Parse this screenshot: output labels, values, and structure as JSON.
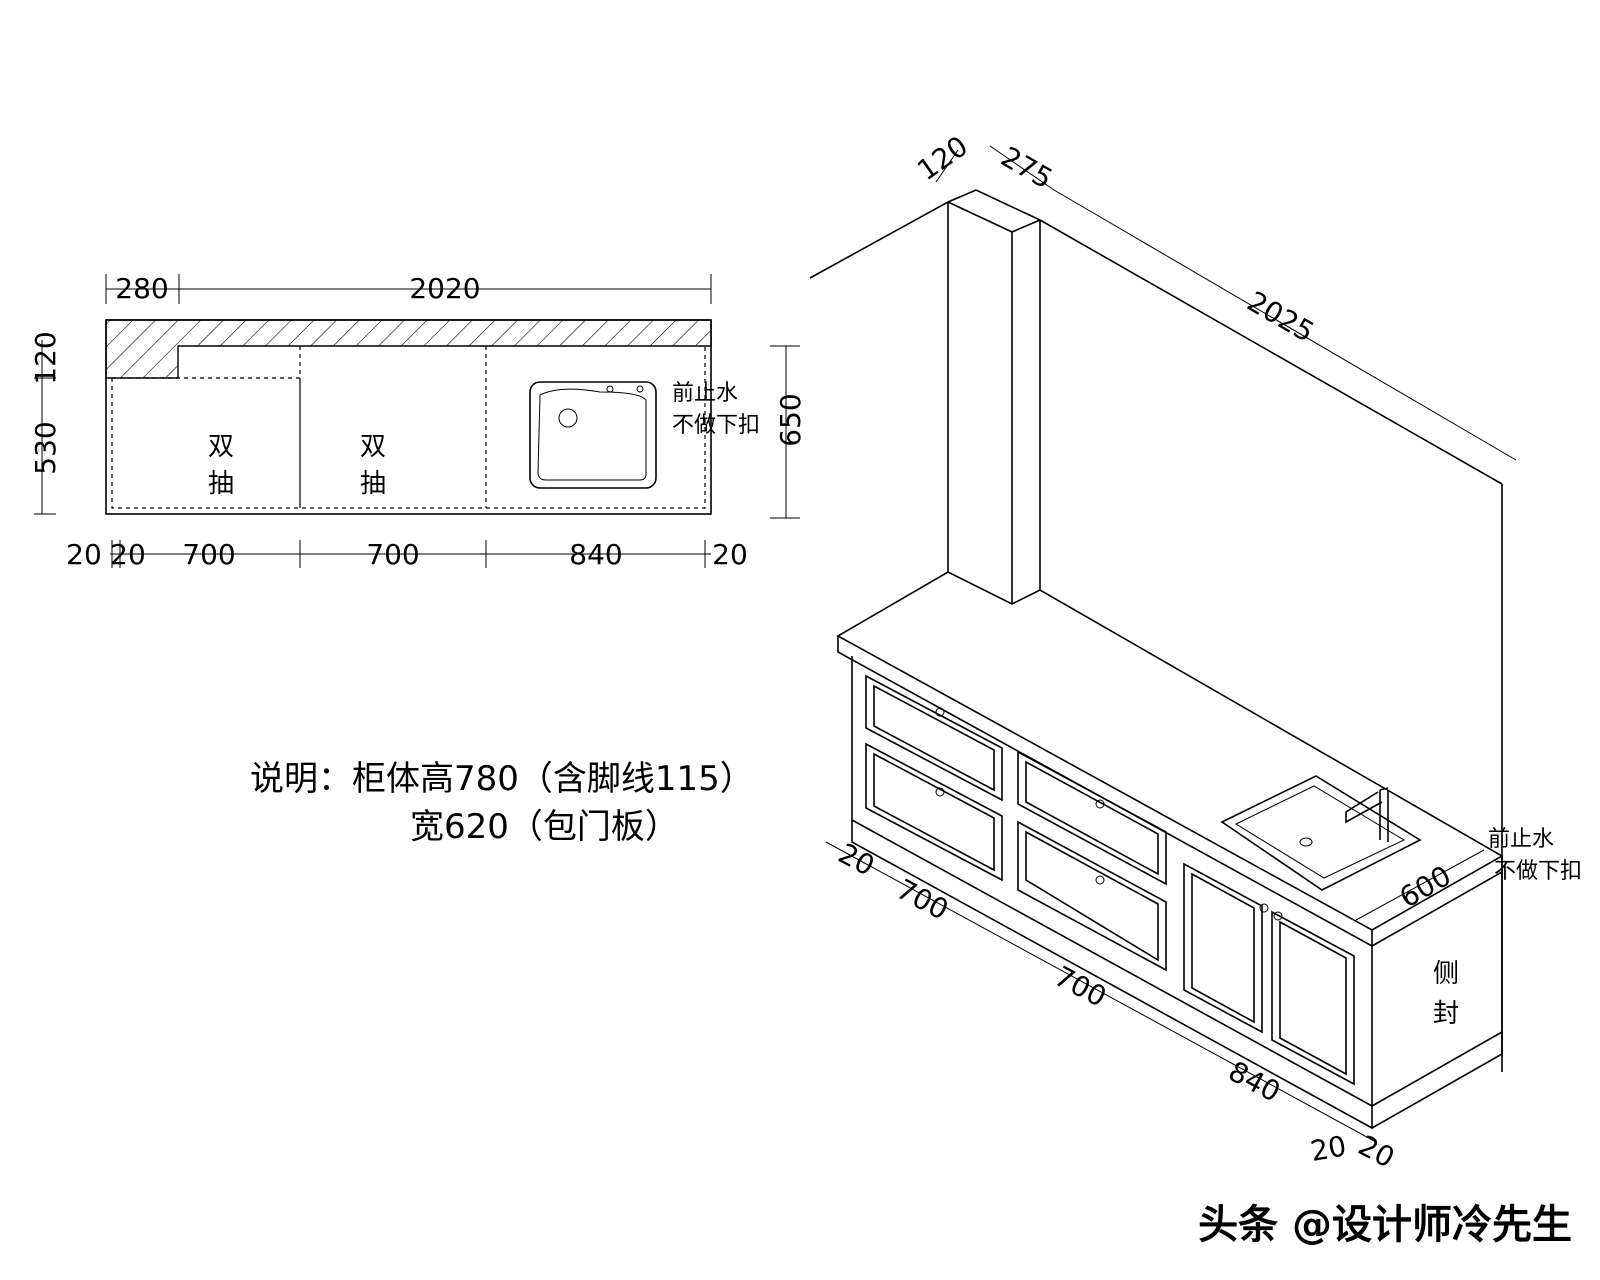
{
  "plan": {
    "dims_top": [
      "280",
      "2020"
    ],
    "dims_left": [
      "120",
      "530"
    ],
    "dim_right": "650",
    "dims_bottom": [
      "20",
      "20",
      "700",
      "700",
      "840",
      "20"
    ],
    "drawer_1": [
      "双",
      "抽"
    ],
    "drawer_2": [
      "双",
      "抽"
    ],
    "sink_note": [
      "前止水",
      "不做下扣"
    ]
  },
  "notes": {
    "line1": "说明：柜体高780（含脚线115）",
    "line2": "宽620（包门板）"
  },
  "iso": {
    "dim_120": "120",
    "dim_275": "275",
    "dim_2025": "2025",
    "dim_600": "600",
    "bottom_dims": [
      "20",
      "700",
      "700",
      "840",
      "20",
      "20"
    ],
    "side_label": [
      "侧",
      "封"
    ],
    "sink_note": [
      "前止水",
      "不做下扣"
    ]
  },
  "watermark": "头条 @设计师冷先生"
}
